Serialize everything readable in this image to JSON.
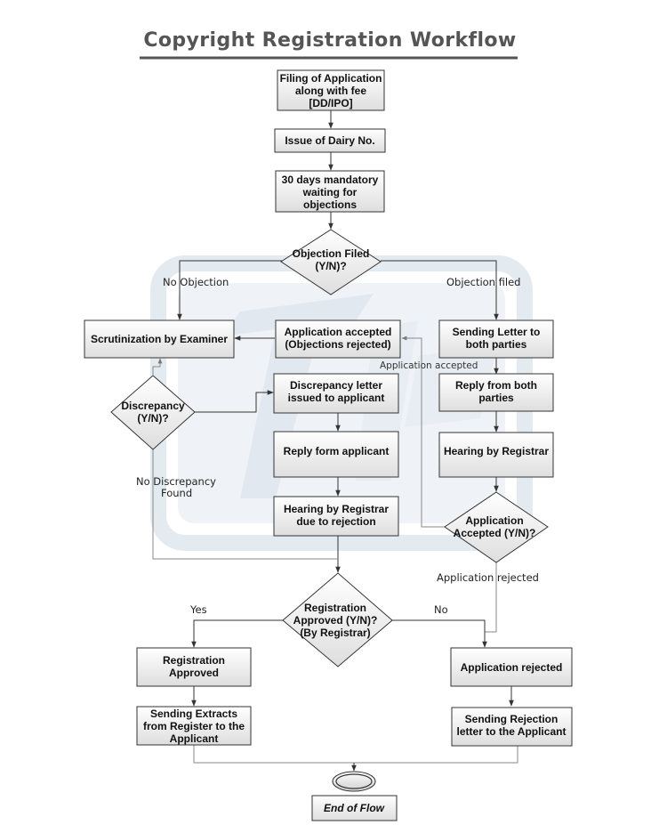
{
  "title": "Copyright Registration Workflow",
  "nodes": {
    "filing": [
      "Filing of Application",
      "along with fee",
      "[DD/IPO]"
    ],
    "dairy": [
      "Issue of Dairy No."
    ],
    "waiting": [
      "30 days mandatory",
      "waiting for",
      "objections"
    ],
    "objection_decision": [
      "Objection Filed",
      "(Y/N)?"
    ],
    "scrutinization": [
      "Scrutinization by Examiner"
    ],
    "accepted_objections_rejected": [
      "Application accepted",
      "(Objections rejected)"
    ],
    "sending_letter": [
      "Sending Letter to",
      "both parties"
    ],
    "discrepancy_decision": [
      "Discrepancy",
      "(Y/N)?"
    ],
    "discrepancy_letter": [
      "Discrepancy letter",
      "issued to applicant"
    ],
    "reply_both": [
      "Reply from both",
      "parties"
    ],
    "reply_applicant": [
      "Reply form applicant"
    ],
    "hearing_registrar": [
      "Hearing by Registrar"
    ],
    "hearing_rejection": [
      "Hearing by Registrar",
      "due to rejection"
    ],
    "accepted_decision": [
      "Application",
      "Accepted (Y/N)?"
    ],
    "registration_decision": [
      "Registration",
      "Approved (Y/N)?",
      "(By Registrar)"
    ],
    "registration_approved": [
      "Registration",
      "Approved"
    ],
    "application_rejected": [
      "Application rejected"
    ],
    "sending_extracts": [
      "Sending Extracts",
      "from Register to the",
      "Applicant"
    ],
    "sending_rejection": [
      "Sending Rejection",
      "letter to the Applicant"
    ],
    "end": [
      "End of Flow"
    ]
  },
  "edge_labels": {
    "no_objection": "No Objection",
    "objection_filed": "Objection filed",
    "application_accepted": "Application accepted",
    "no_discrepancy": [
      "No Discrepancy",
      "Found"
    ],
    "application_rejected": "Application rejected",
    "yes": "Yes",
    "no": "No"
  },
  "colors": {
    "title": "#555555",
    "box_top": "#ffffff",
    "box_bottom": "#dedede",
    "watermark": "#dfe8ee"
  }
}
